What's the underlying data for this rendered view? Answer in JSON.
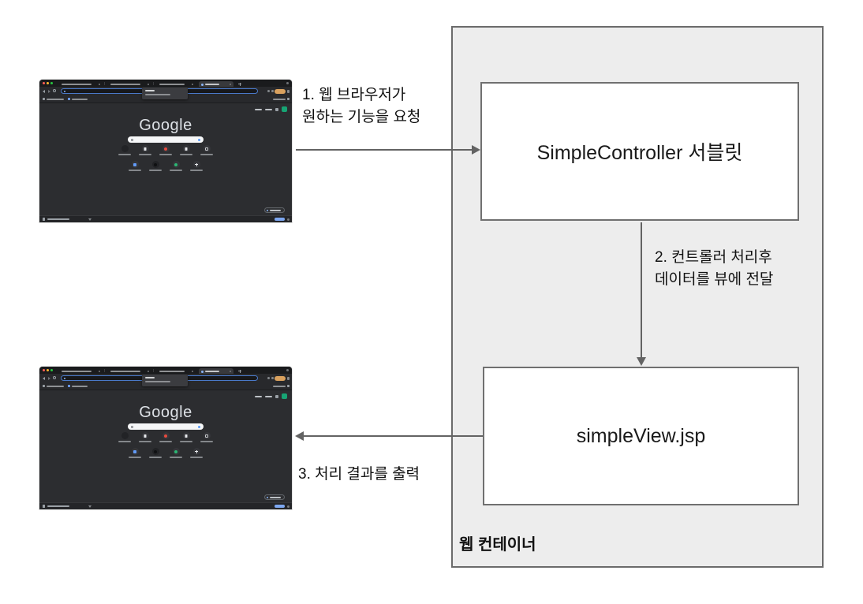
{
  "diagram": {
    "container": {
      "label": "웹 컨테이너"
    },
    "boxes": {
      "controller": {
        "label": "SimpleController 서블릿"
      },
      "view": {
        "label": "simpleView.jsp"
      }
    },
    "steps": {
      "step1": {
        "line1": "1. 웹 브라우저가",
        "line2": "원하는 기능을 요청"
      },
      "step2": {
        "line1": "2. 컨트롤러 처리후",
        "line2": "데이터를 뷰에 전달"
      },
      "step3": {
        "line1": "3. 처리 결과를 출력"
      }
    },
    "colors": {
      "container_fill": "#ededed",
      "box_border": "#707070",
      "arrow": "#636363"
    }
  },
  "browser": {
    "logo_text": "Google",
    "colors": {
      "traffic_red": "#ff5f57",
      "traffic_yellow": "#febc2e",
      "traffic_green": "#28c840",
      "window_bg": "#2c2d30",
      "tabbar_bg": "#1a1b1d",
      "toolbar_bg": "#28292c",
      "urlbar_focus_ring": "#4a79c9",
      "search_pill_bg": "#f6f7f8",
      "profile_badge_orange": "#d9a15e",
      "avatar_green": "#17a474",
      "shortcut_red": "#e84a3e",
      "shortcut_green": "#2bb673",
      "shortcut_blue": "#619af7",
      "download_button_blue": "#7da7f0"
    }
  }
}
